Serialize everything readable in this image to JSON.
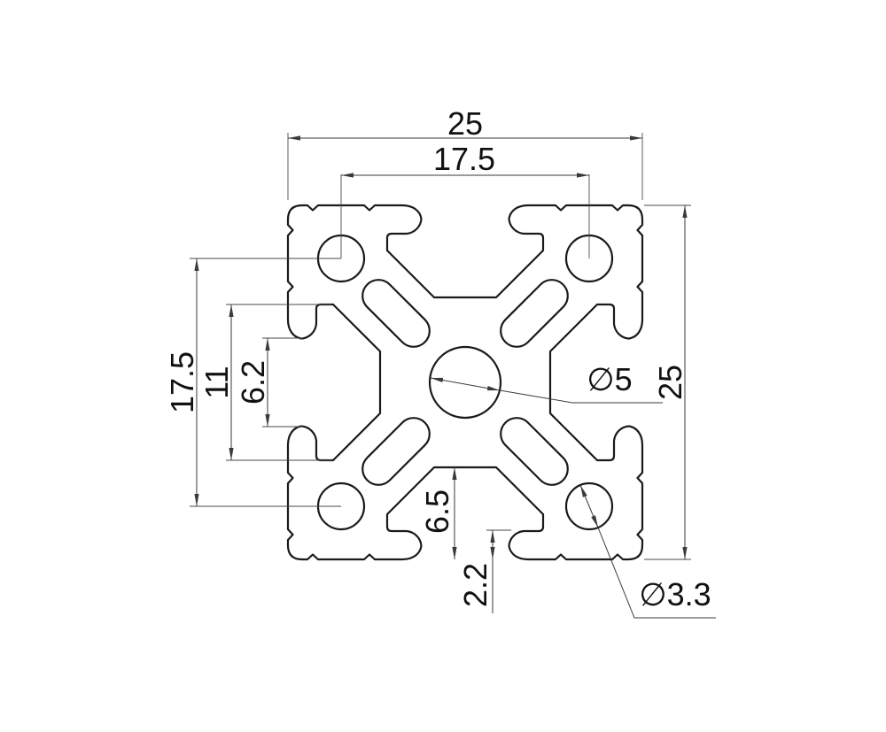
{
  "drawing": {
    "type": "extrusion-profile-cross-section",
    "dimensions": {
      "overall_width": "25",
      "hole_spacing_top": "17.5",
      "hole_spacing_side": "17.5",
      "slot_cavity_width": "11",
      "slot_opening_width": "6.2",
      "overall_height": "25",
      "slot_depth": "6.5",
      "slot_lip_depth": "2.2",
      "center_hole_diameter": "∅5",
      "corner_hole_diameter": "∅3.3"
    },
    "colors": {
      "profile_line": "#1a1a1a",
      "dimension_line": "#3a3a3a",
      "text": "#111111",
      "background": "#ffffff"
    }
  }
}
